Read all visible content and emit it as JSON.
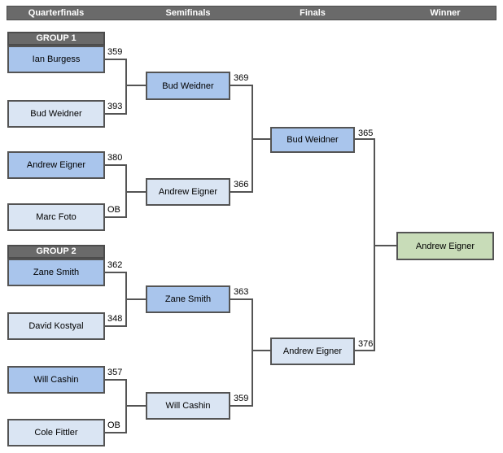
{
  "header": {
    "columns": [
      {
        "label": "Quarterfinals"
      },
      {
        "label": "Semifinals"
      },
      {
        "label": "Finals"
      },
      {
        "label": "Winner"
      }
    ]
  },
  "colors": {
    "header_bg": "#6a6a6a",
    "box_blue": "#a9c5ec",
    "box_light_blue": "#dae5f3",
    "box_green": "#c8dcb8",
    "border": "#545454"
  },
  "bracket": {
    "groups": [
      {
        "label": "GROUP 1",
        "players": [
          {
            "name": "Ian Burgess",
            "score": "359",
            "shade": "blue"
          },
          {
            "name": "Bud Weidner",
            "score": "393",
            "shade": "light"
          },
          {
            "name": "Andrew Eigner",
            "score": "380",
            "shade": "blue"
          },
          {
            "name": "Marc Foto",
            "score": "OB",
            "shade": "light"
          }
        ]
      },
      {
        "label": "GROUP 2",
        "players": [
          {
            "name": "Zane Smith",
            "score": "362",
            "shade": "blue"
          },
          {
            "name": "David Kostyal",
            "score": "348",
            "shade": "light"
          },
          {
            "name": "Will Cashin",
            "score": "357",
            "shade": "blue"
          },
          {
            "name": "Cole Fittler",
            "score": "OB",
            "shade": "light"
          }
        ]
      }
    ],
    "semifinals": [
      {
        "name": "Bud Weidner",
        "score": "369",
        "shade": "blue"
      },
      {
        "name": "Andrew Eigner",
        "score": "366",
        "shade": "light"
      },
      {
        "name": "Zane Smith",
        "score": "363",
        "shade": "blue"
      },
      {
        "name": "Will Cashin",
        "score": "359",
        "shade": "light"
      }
    ],
    "finals": [
      {
        "name": "Bud Weidner",
        "score": "365",
        "shade": "blue"
      },
      {
        "name": "Andrew Eigner",
        "score": "376",
        "shade": "light"
      }
    ],
    "winner": {
      "name": "Andrew Eigner"
    }
  }
}
